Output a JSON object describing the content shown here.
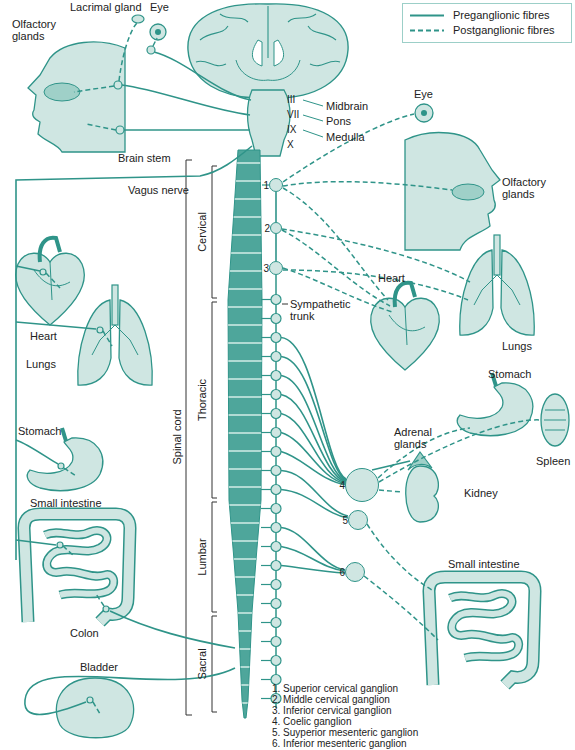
{
  "diagram": {
    "nodes": [
      {
        "text": [
          "1"
        ]
      },
      {
        "text": [
          "2"
        ]
      },
      {
        "text": [
          "3"
        ]
      },
      {
        "text": [
          "4"
        ]
      },
      {
        "text": [
          "5"
        ]
      },
      {
        "text": [
          "6"
        ]
      }
    ],
    "edges": [
      {
        "from": 0,
        "to": 1,
        "arrow": "none"
      },
      {
        "from": 1,
        "to": 2,
        "arrow": "none"
      }
    ],
    "labels": [
      "Lacrimal gland",
      "Eye",
      "Olfactory glands",
      "Midbrain",
      "Pons",
      "Medulla",
      "III",
      "VII",
      "IX",
      "X",
      "Brain stem",
      "Vagus nerve",
      "Cervical",
      "Thoracic",
      "Lumbar",
      "Sacral",
      "Spinal cord",
      "Heart",
      "Lungs",
      "Stomach",
      "Small intestine",
      "Colon",
      "Bladder",
      "Eye",
      "Olfactory glands",
      "Heart",
      "Lungs",
      "Sympathetic trunk",
      "Stomach",
      "Spleen",
      "Adrenal glands",
      "Kidney",
      "Small intestine",
      "1. Superior cervical ganglion",
      "2. Middle cervical ganglion",
      "3. Inferior cervical ganglion",
      "4. Coelic ganglion",
      "5. Suyperior mesenteric ganglion",
      "6. Inferior mesenteric ganglion"
    ],
    "legend": [
      {
        "text": "Preganglionic fibres"
      },
      {
        "text": "Postganglionic fibres"
      }
    ]
  }
}
